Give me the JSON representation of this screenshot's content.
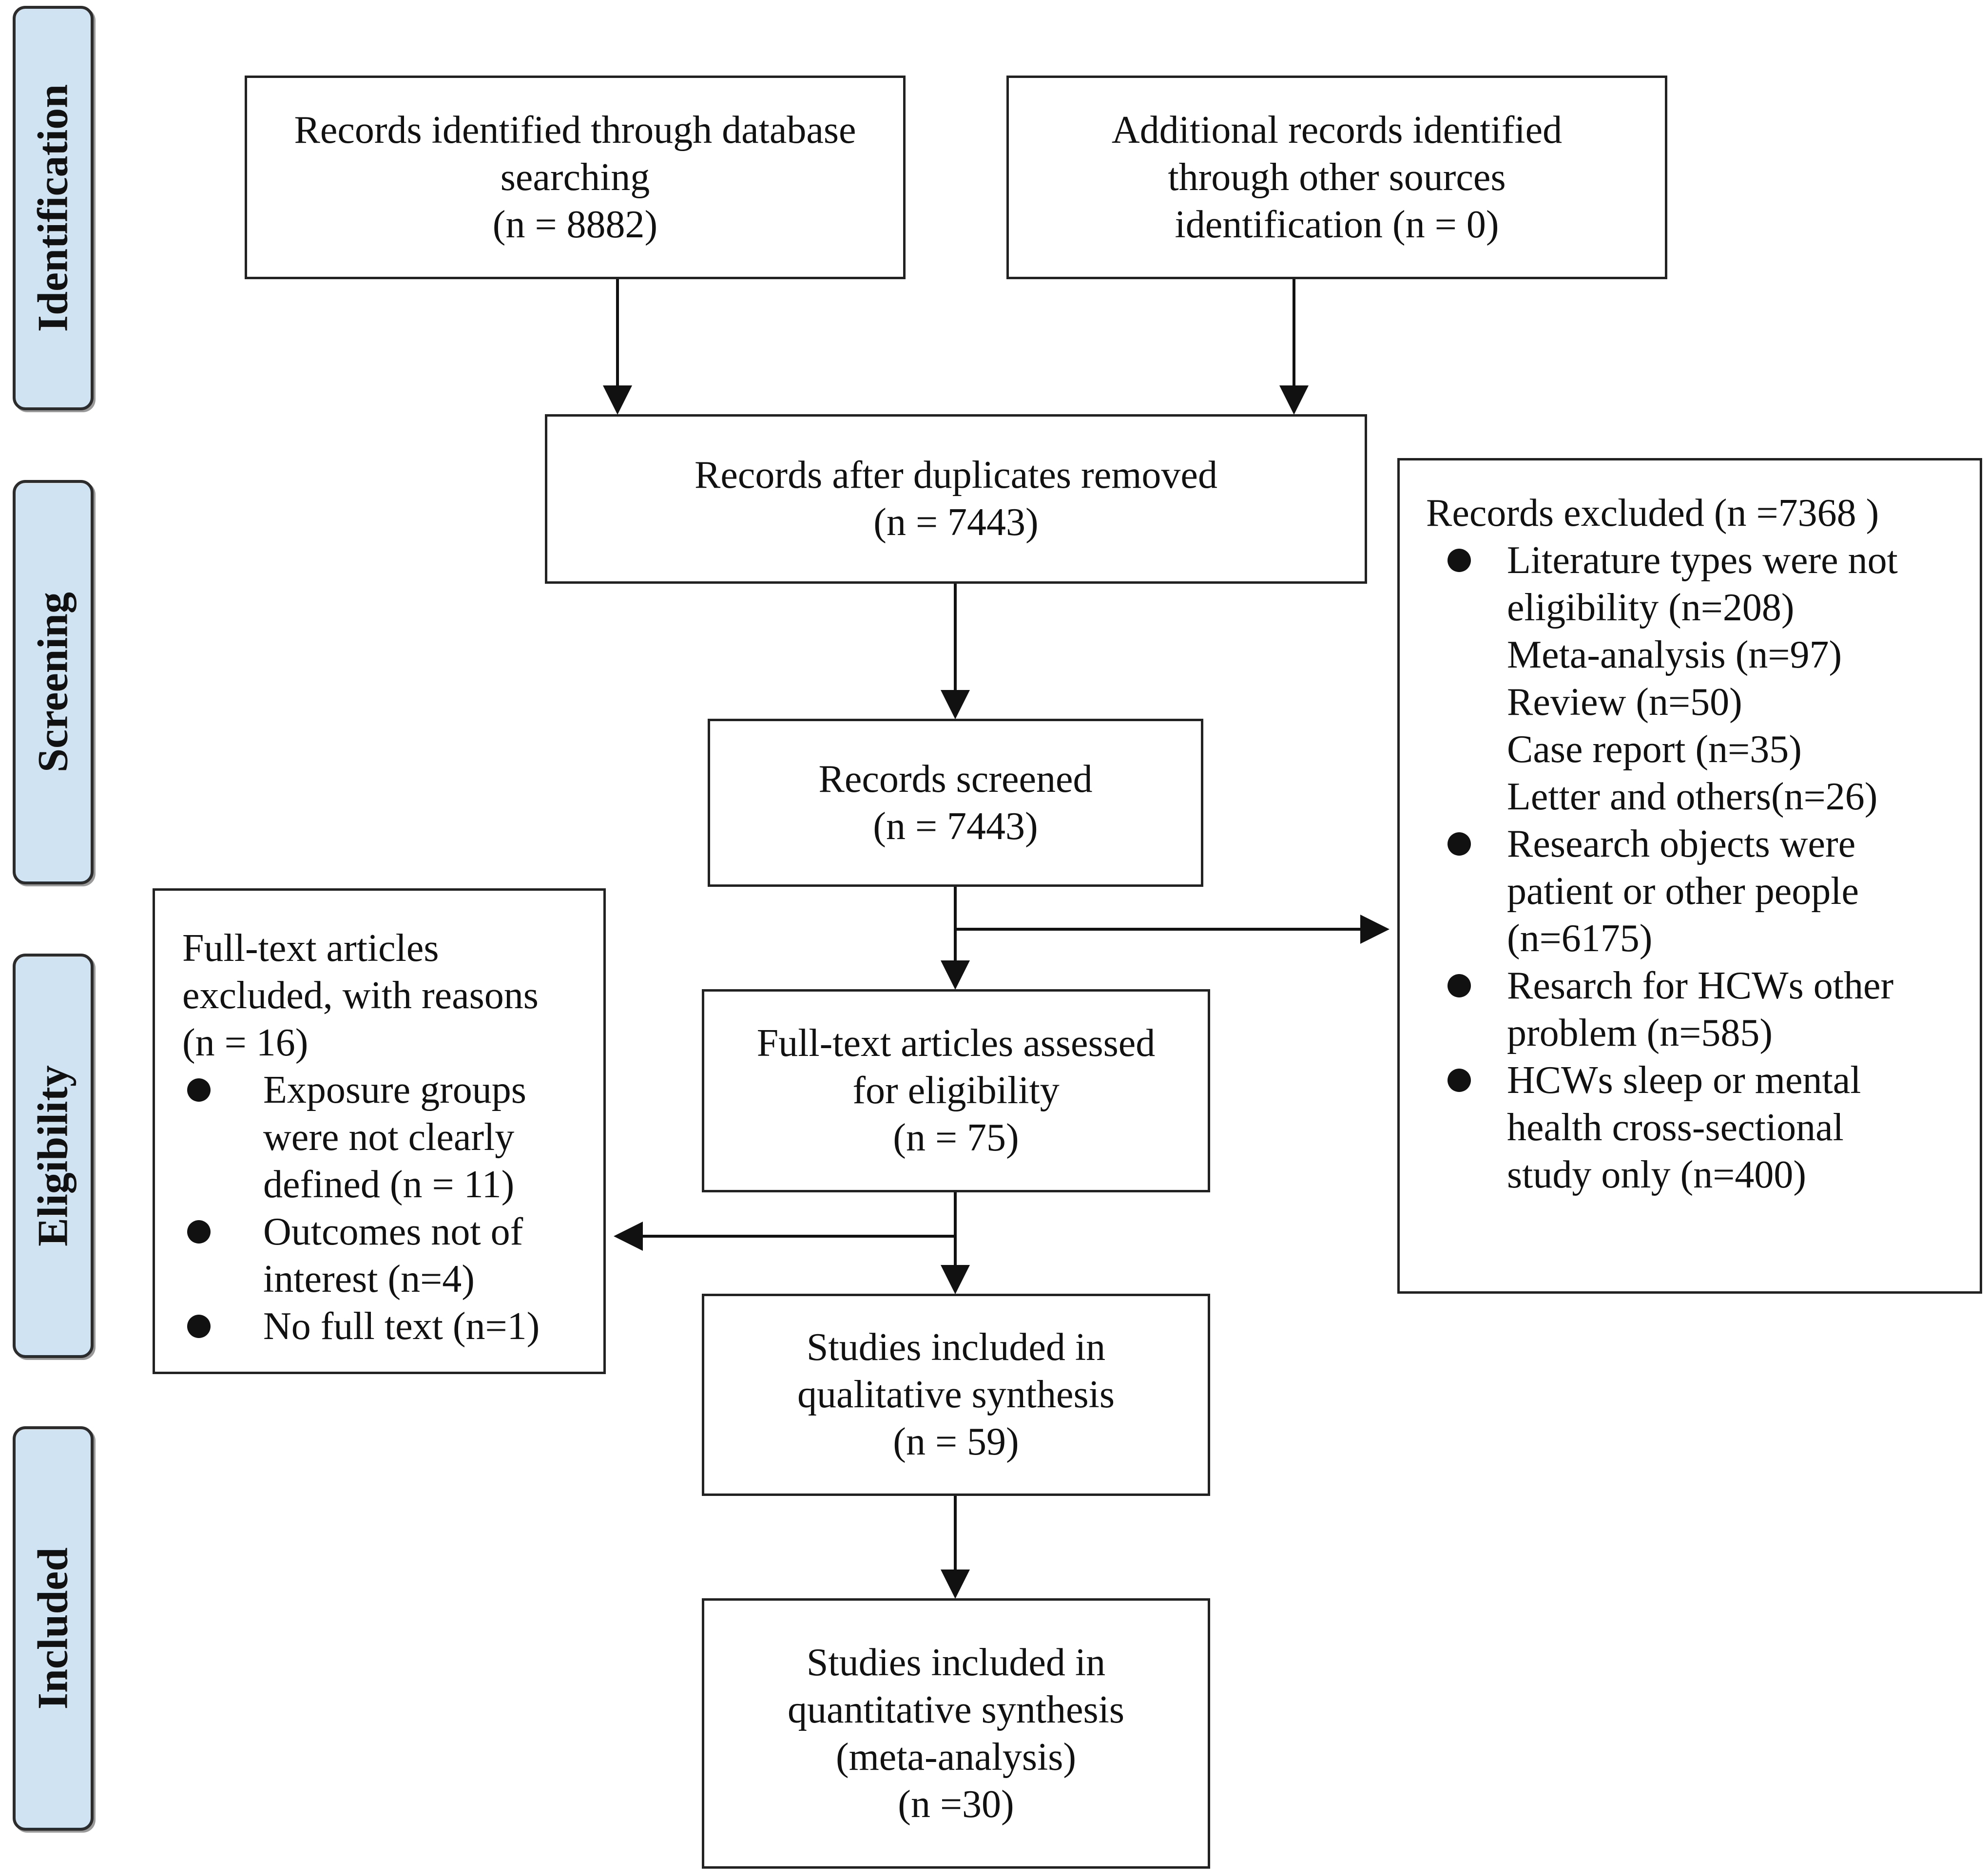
{
  "stages": {
    "identification": "Identification",
    "screening": "Screening",
    "eligibility": "Eligibility",
    "included": "Included"
  },
  "boxes": {
    "database_records": {
      "lines": [
        "Records identified through database",
        "searching",
        "(n = 8882)"
      ]
    },
    "other_sources": {
      "lines": [
        "Additional records identified",
        "through other sources",
        "identification (n = 0)"
      ]
    },
    "duplicates_removed": {
      "lines": [
        "Records after duplicates removed",
        "(n = 7443)"
      ]
    },
    "screened": {
      "lines": [
        "Records screened",
        "(n = 7443)"
      ]
    },
    "fulltext_assessed": {
      "lines": [
        "Full-text articles assessed",
        "for eligibility",
        "(n = 75)"
      ]
    },
    "qualitative": {
      "lines": [
        "Studies included in",
        "qualitative synthesis",
        "(n = 59)"
      ]
    },
    "quantitative": {
      "lines": [
        "Studies included in",
        "quantitative synthesis",
        "(meta-analysis)",
        "(n =30)"
      ]
    }
  },
  "records_excluded": {
    "title": "Records excluded (n =7368 )",
    "bullets": [
      {
        "lines": [
          "Literature types were not",
          "eligibility (n=208)"
        ],
        "sub": [
          "Meta-analysis (n=97)",
          "Review (n=50)",
          "Case report (n=35)",
          "Letter and others(n=26)"
        ]
      },
      {
        "lines": [
          "Research objects were",
          "patient or other people",
          "(n=6175)"
        ],
        "sub": []
      },
      {
        "lines": [
          "Resarch for HCWs other",
          "problem (n=585)"
        ],
        "sub": []
      },
      {
        "lines": [
          "HCWs sleep or mental",
          "health cross-sectional",
          "study only (n=400)"
        ],
        "sub": []
      }
    ]
  },
  "fulltext_excluded": {
    "title": [
      "Full-text articles",
      "excluded, with reasons",
      "(n = 16)"
    ],
    "bullets": [
      {
        "lines": [
          "Exposure groups",
          "were not clearly",
          "defined (n = 11)"
        ]
      },
      {
        "lines": [
          "Outcomes not of",
          "interest (n=4)"
        ]
      },
      {
        "lines": [
          "No full text (n=1)"
        ]
      }
    ]
  }
}
